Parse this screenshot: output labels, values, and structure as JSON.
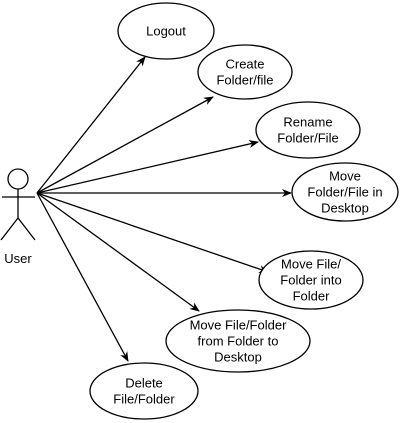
{
  "actor": {
    "name": "User"
  },
  "use_cases": [
    {
      "id": "logout",
      "lines": [
        "Logout"
      ]
    },
    {
      "id": "create-folder-file",
      "lines": [
        "Create",
        "Folder/file"
      ]
    },
    {
      "id": "rename-folder-file",
      "lines": [
        "Rename",
        "Folder/File"
      ]
    },
    {
      "id": "move-folder-file-in-desktop",
      "lines": [
        "Move",
        "Folder/File in",
        "Desktop"
      ]
    },
    {
      "id": "move-file-folder-into-folder",
      "lines": [
        "Move File/",
        "Folder into",
        "Folder"
      ]
    },
    {
      "id": "move-file-folder-from-folder-to-desktop",
      "lines": [
        "Move File/Folder",
        "from Folder to",
        "Desktop"
      ]
    },
    {
      "id": "delete-file-folder",
      "lines": [
        "Delete",
        "File/Folder"
      ]
    }
  ],
  "colors": {
    "stroke": "#000000",
    "fill": "#ffffff",
    "text": "#000000"
  }
}
